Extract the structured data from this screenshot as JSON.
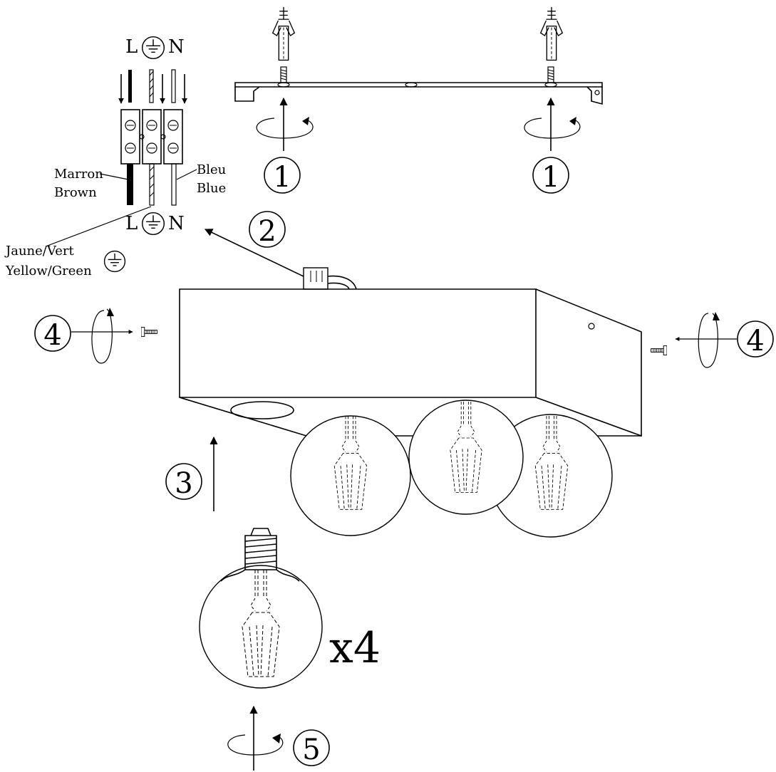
{
  "wiring": {
    "top_L": "L",
    "top_N": "N",
    "bottom_L": "L",
    "bottom_N": "N",
    "brown_fr": "Marron",
    "brown_en": "Brown",
    "blue_fr": "Bleu",
    "blue_en": "Blue",
    "ground_fr": "Jaune/Vert",
    "ground_en": "Yellow/Green"
  },
  "steps": {
    "s1a": "1",
    "s1b": "1",
    "s2": "2",
    "s3": "3",
    "s4a": "4",
    "s4b": "4",
    "s5": "5"
  },
  "bulb_quantity": "x4",
  "colors": {
    "line": "#000000",
    "background": "#ffffff"
  },
  "icons": [
    "ground-symbol-icon",
    "wall-plug-icon",
    "screw-icon",
    "rotation-arrow-icon",
    "light-bulb-icon",
    "terminal-block-icon"
  ]
}
